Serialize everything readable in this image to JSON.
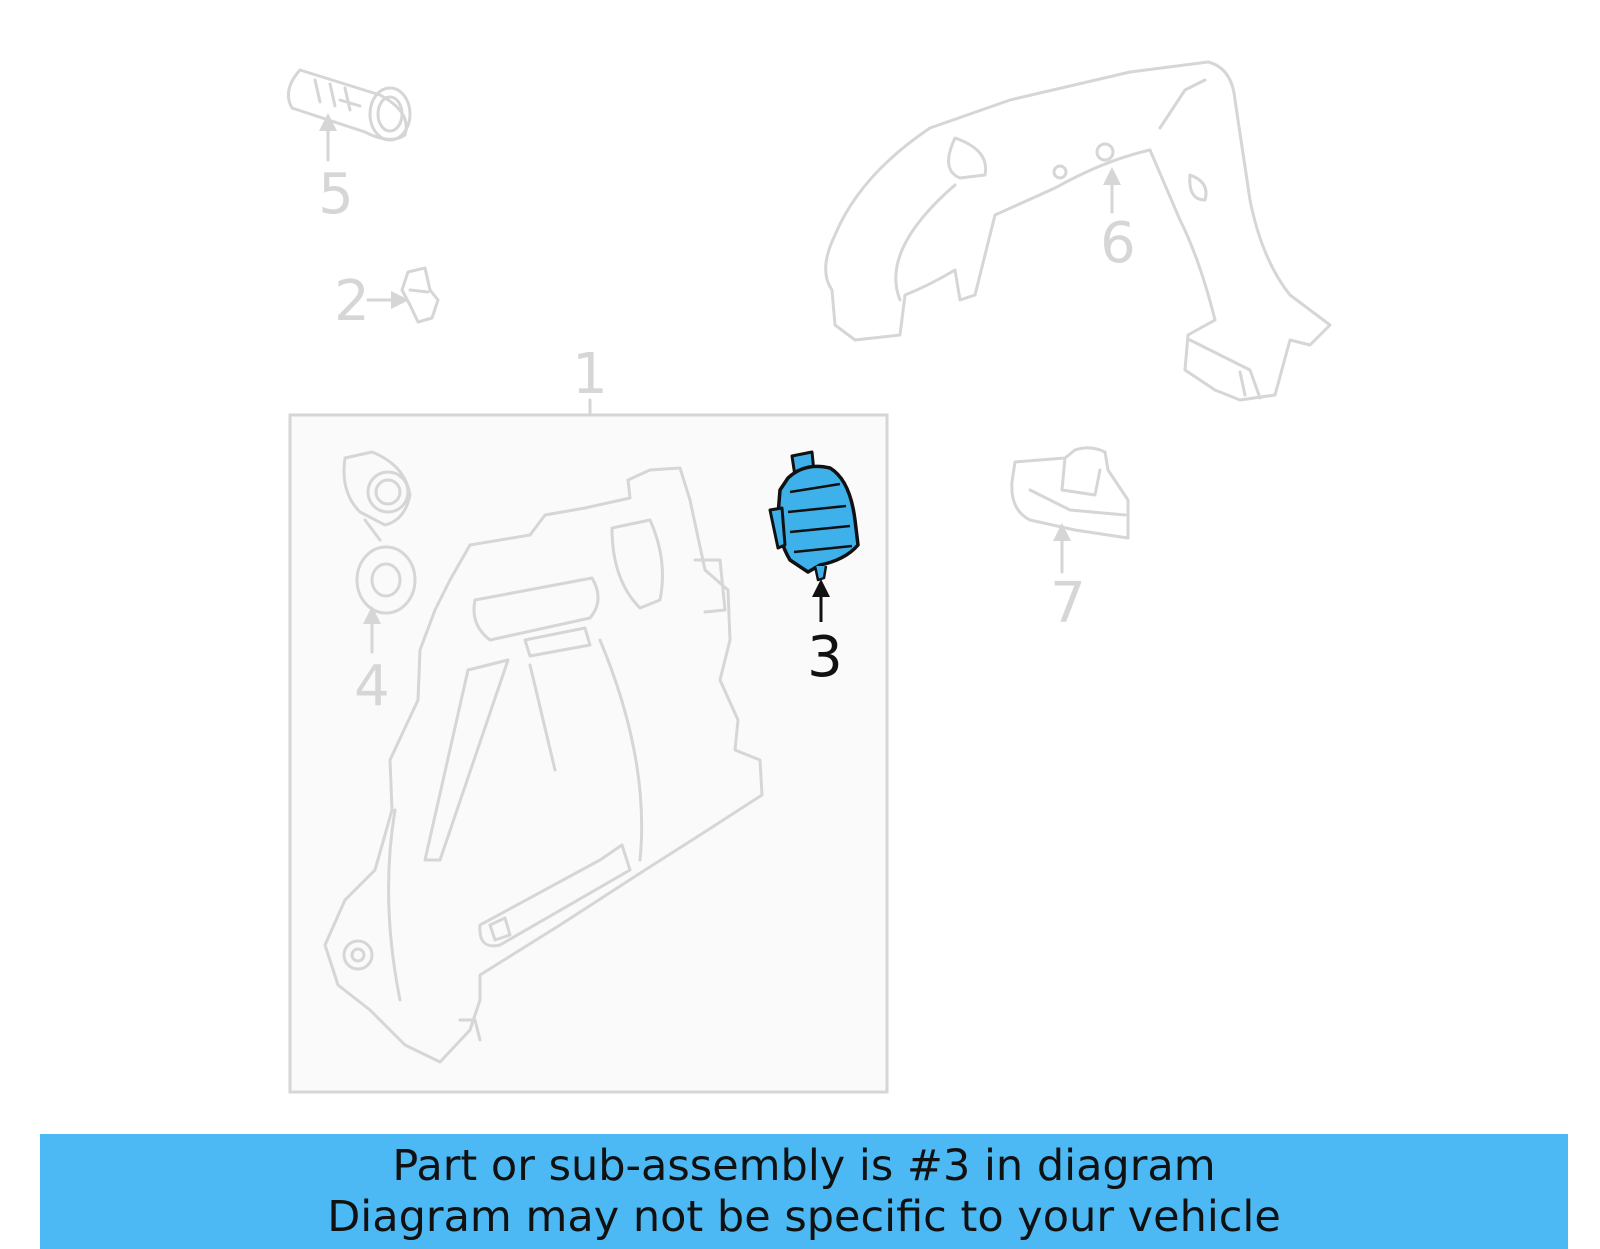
{
  "colors": {
    "highlight": "#3fb1ea",
    "banner": "#4cb9f4",
    "ghost": "#d6d6d6",
    "ink": "#111111"
  },
  "callouts": {
    "c1": "1",
    "c2": "2",
    "c3": "3",
    "c4": "4",
    "c5": "5",
    "c6": "6",
    "c7": "7"
  },
  "highlighted_part": "3",
  "banner": {
    "line1": "Part or sub-assembly is #3 in diagram",
    "line2": "Diagram may not be specific to your vehicle"
  }
}
